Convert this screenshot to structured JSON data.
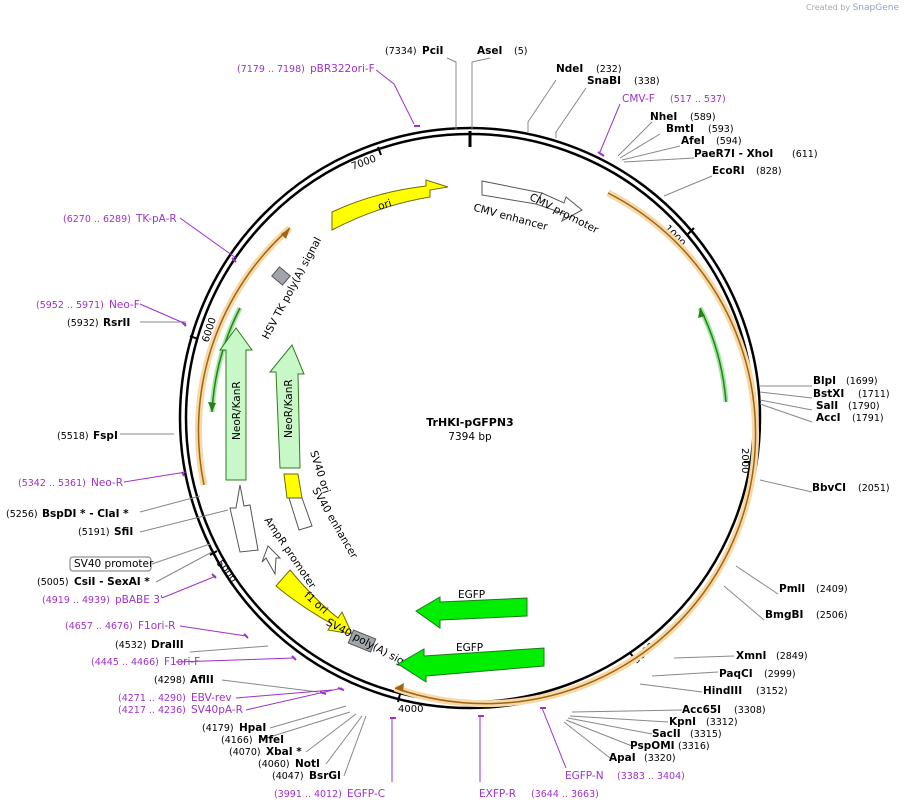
{
  "credit": {
    "prefix": "Created by",
    "brand": "SnapGene"
  },
  "plasmid": {
    "name": "TrHKI-pGFPN3",
    "length_label": "7394 bp"
  },
  "ticks": [
    "1000",
    "2000",
    "3000",
    "4000",
    "5000",
    "6000",
    "7000"
  ],
  "sites_right": [
    {
      "name": "AseI",
      "pos": "(5)"
    },
    {
      "name": "NdeI",
      "pos": "(232)"
    },
    {
      "name": "SnaBI",
      "pos": "(338)"
    },
    {
      "name": "NheI",
      "pos": "(589)"
    },
    {
      "name": "BmtI",
      "pos": "(593)"
    },
    {
      "name": "AfeI",
      "pos": "(594)"
    },
    {
      "name": "PaeR7I - XhoI",
      "pos": "(611)"
    },
    {
      "name": "EcoRI",
      "pos": "(828)"
    },
    {
      "name": "BlpI",
      "pos": "(1699)"
    },
    {
      "name": "BstXI",
      "pos": "(1711)"
    },
    {
      "name": "SalI",
      "pos": "(1790)"
    },
    {
      "name": "AccI",
      "pos": "(1791)"
    },
    {
      "name": "BbvCI",
      "pos": "(2051)"
    },
    {
      "name": "PmlI",
      "pos": "(2409)"
    },
    {
      "name": "BmgBI",
      "pos": "(2506)"
    },
    {
      "name": "XmnI",
      "pos": "(2849)"
    },
    {
      "name": "PaqCI",
      "pos": "(2999)"
    },
    {
      "name": "HindIII",
      "pos": "(3152)"
    },
    {
      "name": "Acc65I",
      "pos": "(3308)"
    },
    {
      "name": "KpnI",
      "pos": "(3312)"
    },
    {
      "name": "SacII",
      "pos": "(3315)"
    },
    {
      "name": "PspOMI",
      "pos": "(3316)"
    },
    {
      "name": "ApaI",
      "pos": "(3320)"
    }
  ],
  "sites_left": [
    {
      "name": "PciI",
      "pos": "(7334)"
    },
    {
      "name": "RsrII",
      "pos": "(5932)"
    },
    {
      "name": "FspI",
      "pos": "(5518)"
    },
    {
      "name": "BspDI * - ClaI *",
      "pos": "(5256)"
    },
    {
      "name": "SfiI",
      "pos": "(5191)"
    },
    {
      "name": "CsiI - SexAI *",
      "pos": "(5005)"
    },
    {
      "name": "DraIII",
      "pos": "(4532)"
    },
    {
      "name": "AflII",
      "pos": "(4298)"
    },
    {
      "name": "HpaI",
      "pos": "(4179)"
    },
    {
      "name": "MfeI",
      "pos": "(4166)"
    },
    {
      "name": "XbaI *",
      "pos": "(4070)"
    },
    {
      "name": "NotI",
      "pos": "(4060)"
    },
    {
      "name": "BsrGI",
      "pos": "(4047)"
    }
  ],
  "primers": [
    {
      "name": "pBR322ori-F",
      "pos": "(7179 .. 7198)"
    },
    {
      "name": "CMV-F",
      "pos": "(517 .. 537)"
    },
    {
      "name": "TK-pA-R",
      "pos": "(6270 .. 6289)"
    },
    {
      "name": "Neo-F",
      "pos": "(5952 .. 5971)"
    },
    {
      "name": "Neo-R",
      "pos": "(5342 .. 5361)"
    },
    {
      "name": "pBABE 3'",
      "pos": "(4919 .. 4939)"
    },
    {
      "name": "F1ori-R",
      "pos": "(4657 .. 4676)"
    },
    {
      "name": "F1ori-F",
      "pos": "(4445 .. 4466)"
    },
    {
      "name": "EBV-rev",
      "pos": "(4271 .. 4290)"
    },
    {
      "name": "SV40pA-R",
      "pos": "(4217 .. 4236)"
    },
    {
      "name": "EGFP-C",
      "pos": "(3991 .. 4012)"
    },
    {
      "name": "EXFP-R",
      "pos": ""
    },
    {
      "name": "EGFP-N",
      "pos": "(3644 .. 3663)"
    },
    {
      "name": "",
      "pos": "(3383 .. 3404)"
    }
  ],
  "boxed_label": "SV40 promoter",
  "features": {
    "ori": "ori",
    "cmv_enhancer": "CMV enhancer",
    "cmv_promoter": "CMV promoter",
    "hsv_tk": "HSV TK poly(A) signal",
    "neokan_outer": "NeoR/KanR",
    "neokan_inner": "NeoR/KanR",
    "sv40_ori": "SV40 ori",
    "sv40_enhancer": "SV40 enhancer",
    "ampr_promoter": "AmpR promoter",
    "f1_ori": "f1 ori",
    "sv40_polya": "SV40 poly(A) signal",
    "egfp_top": "EGFP",
    "egfp_bottom": "EGFP"
  },
  "colors": {
    "backbone": "#000000",
    "yellow": "#ffff00",
    "green": "#00ee00",
    "light_green": "#c8f8c8",
    "primer": "#9d32c8",
    "orf": "#f0a830",
    "grey_box": "#a0a4ab"
  }
}
